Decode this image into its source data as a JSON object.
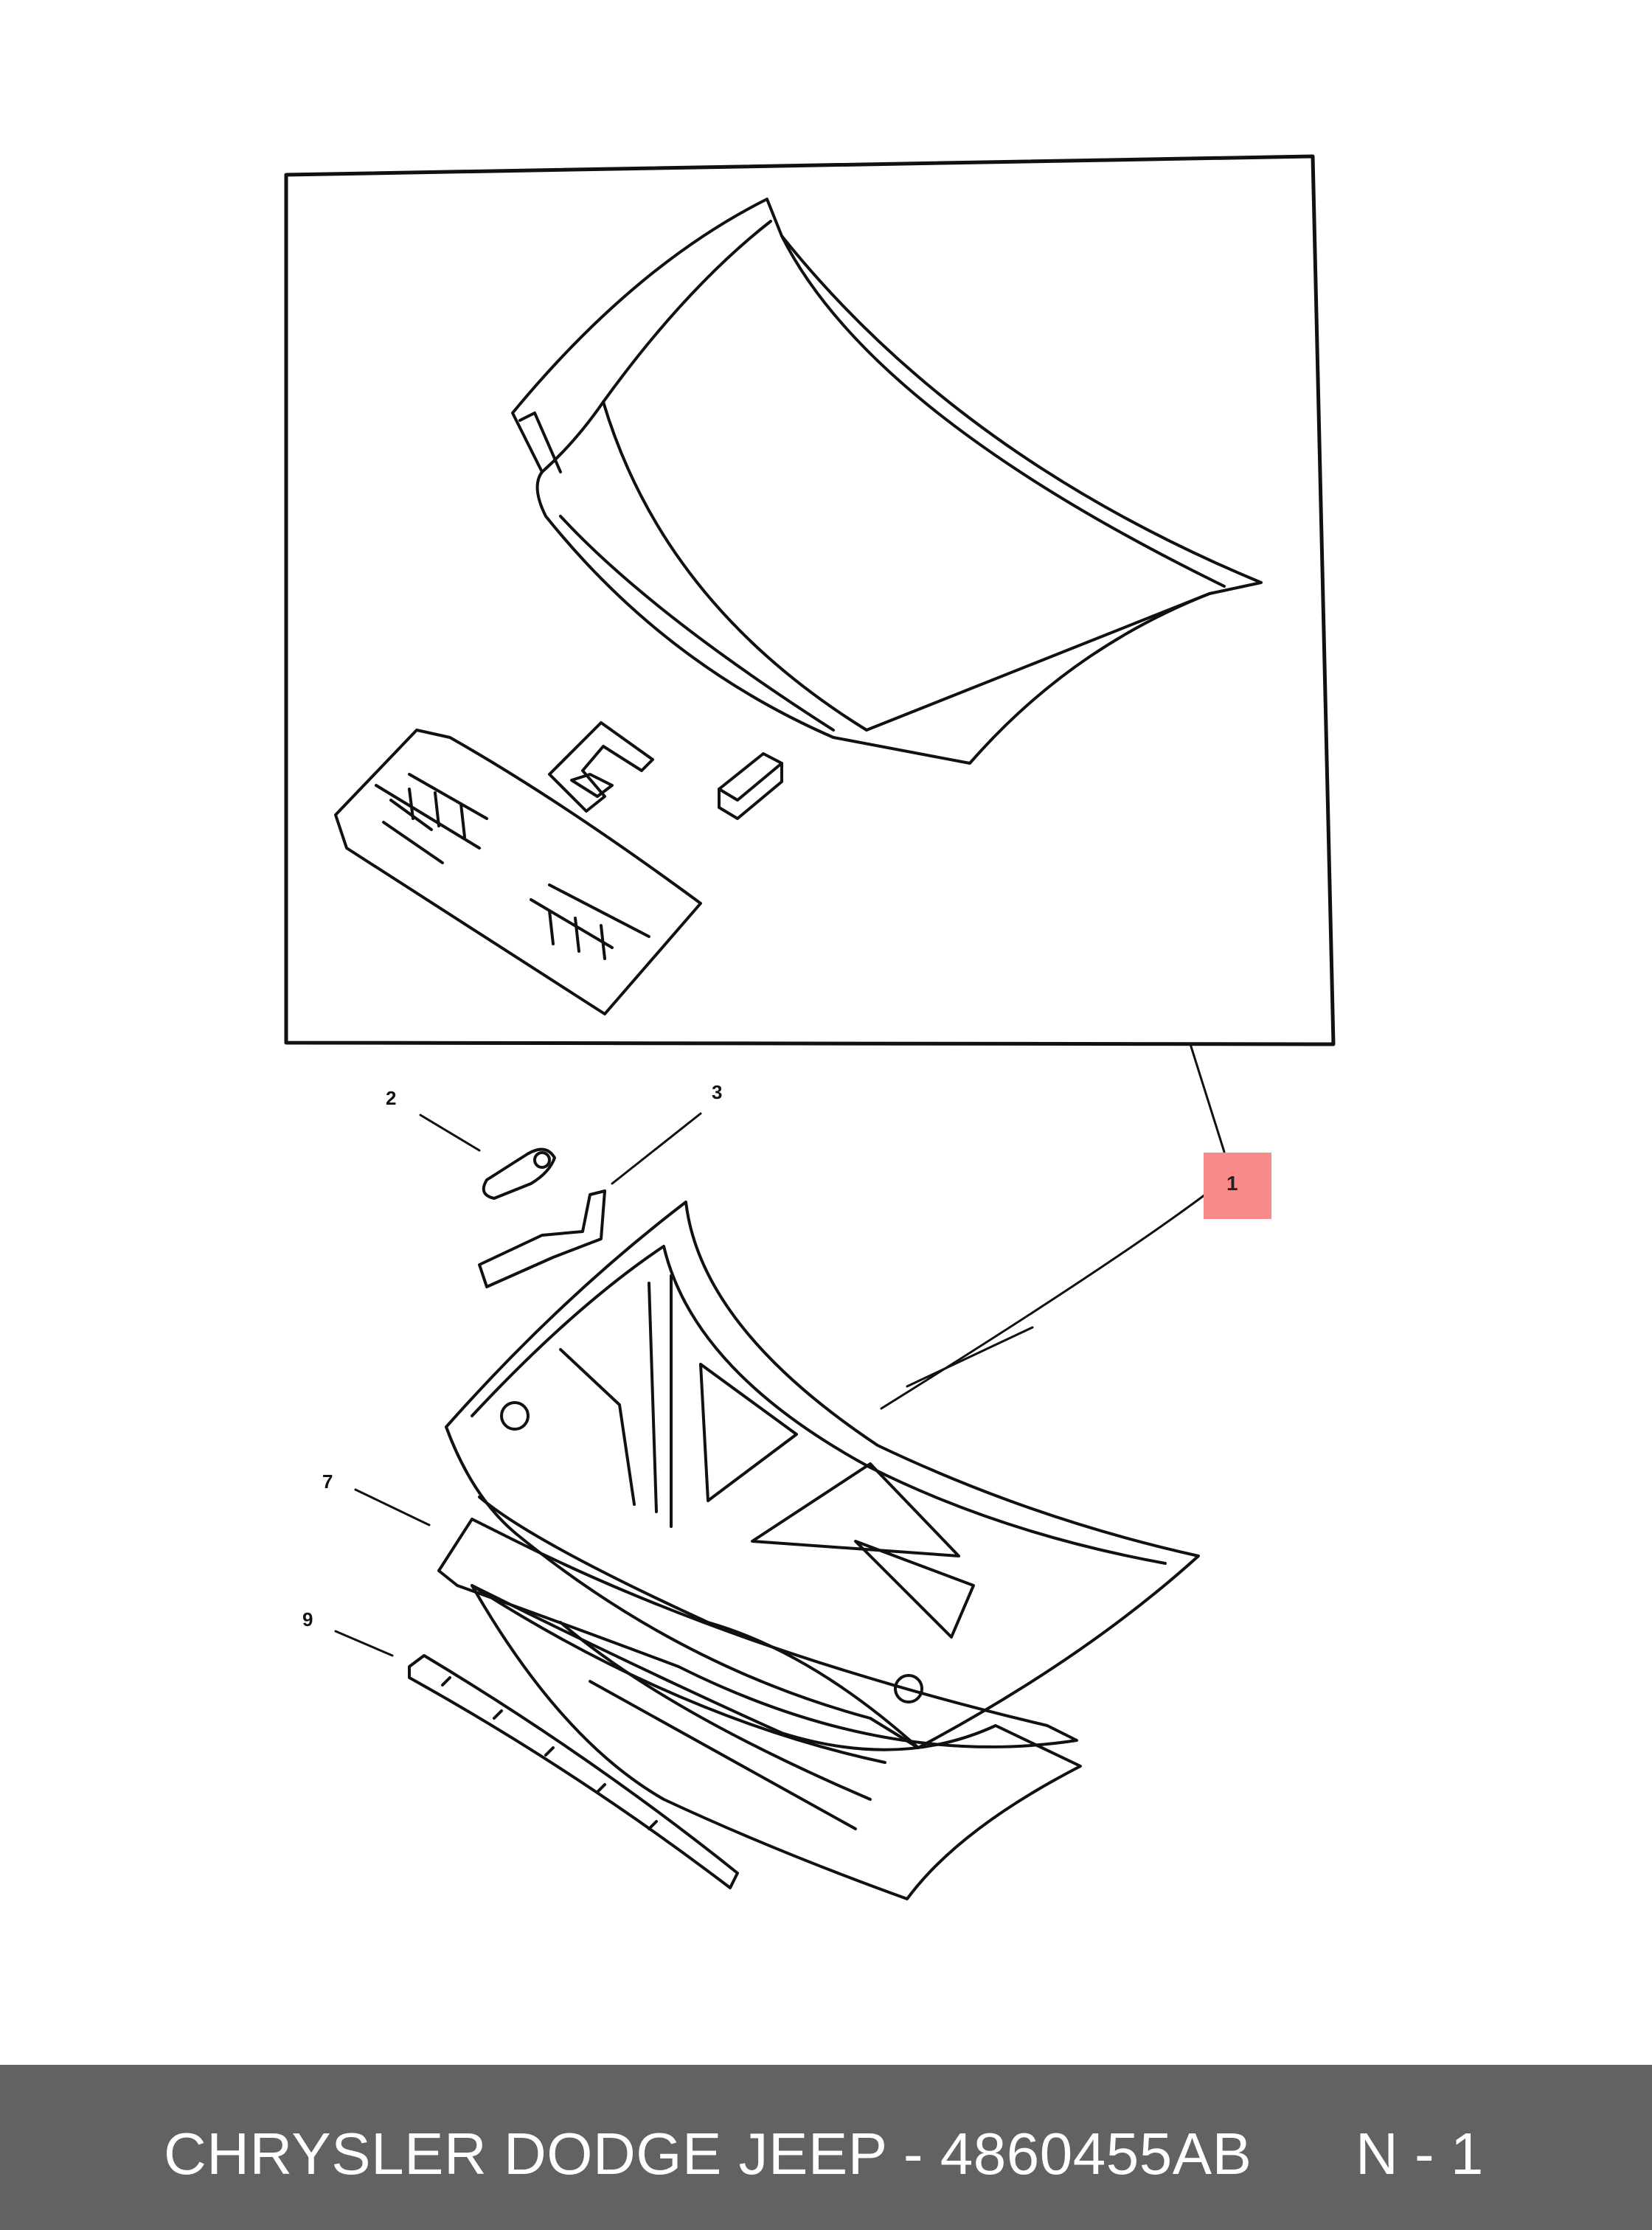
{
  "diagram": {
    "callouts": [
      {
        "id": "1",
        "label": "1",
        "highlighted": true
      },
      {
        "id": "2",
        "label": "2",
        "highlighted": false
      },
      {
        "id": "3",
        "label": "3",
        "highlighted": false
      },
      {
        "id": "7",
        "label": "7",
        "highlighted": false
      },
      {
        "id": "9",
        "label": "9",
        "highlighted": false
      }
    ]
  },
  "footer": {
    "text": "CHRYSLER DODGE JEEP - 4860455AB",
    "page": "N - 1"
  },
  "colors": {
    "line": "#111111",
    "highlight": "#f98a8a",
    "footer_bg": "#626262",
    "footer_text": "#ffffff"
  }
}
